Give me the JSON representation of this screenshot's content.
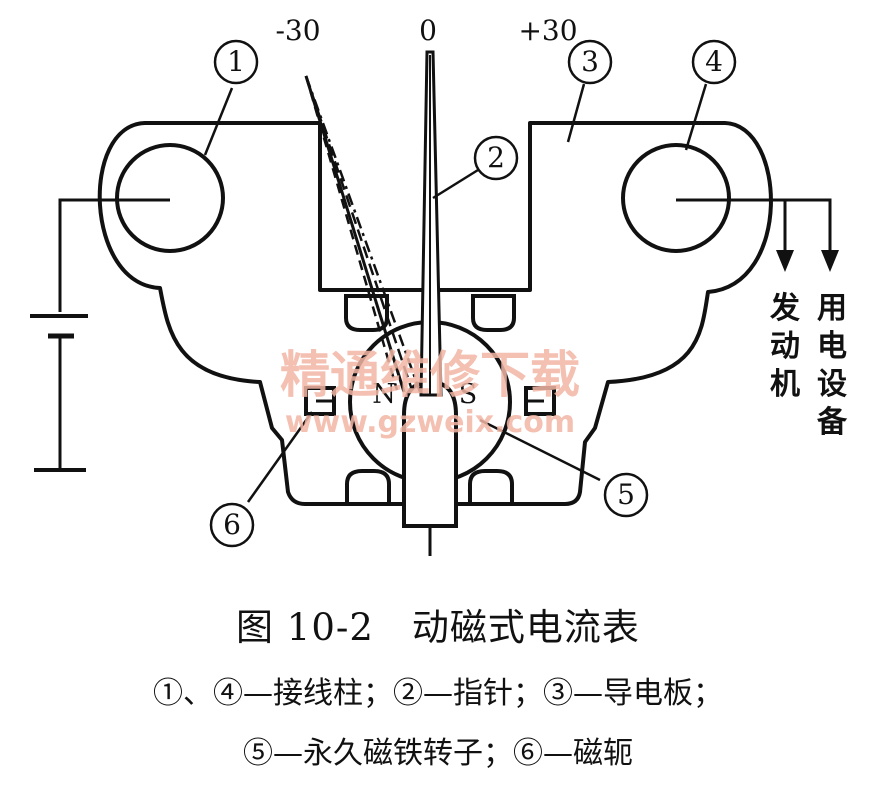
{
  "scale": {
    "left": "-30",
    "center": "0",
    "right": "+30"
  },
  "callouts": [
    "①",
    "②",
    "③",
    "④",
    "⑤",
    "⑥"
  ],
  "rotor": {
    "north": "N",
    "south": "S"
  },
  "outputs": {
    "left": "发动机",
    "right": "用电设备"
  },
  "watermark": {
    "cn": "精通维修下载",
    "url": "www.gzweix.com"
  },
  "caption": {
    "title": "图 10-2　动磁式电流表",
    "legend_line1": "①、④—接线柱；②—指针；③—导电板；",
    "legend_line2": "⑤—永久磁铁转子；⑥—磁轭"
  }
}
